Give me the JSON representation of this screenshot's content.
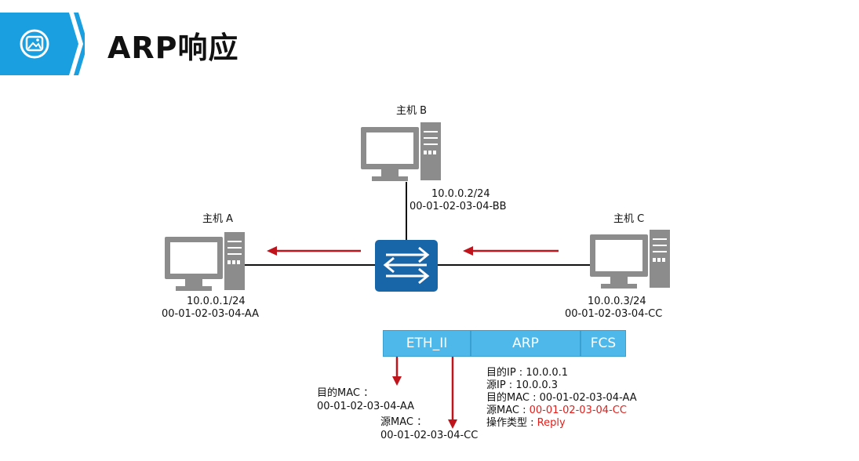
{
  "header": {
    "title": "ARP响应",
    "icon": "image-icon"
  },
  "hosts": {
    "a": {
      "name": "主机 A",
      "ip": "10.0.0.1/24",
      "mac": "00-01-02-03-04-AA"
    },
    "b": {
      "name": "主机 B",
      "ip": "10.0.0.2/24",
      "mac": "00-01-02-03-04-BB"
    },
    "c": {
      "name": "主机 C",
      "ip": "10.0.0.3/24",
      "mac": "00-01-02-03-04-CC"
    }
  },
  "frame": {
    "segments": [
      "ETH_II",
      "ARP",
      "FCS"
    ]
  },
  "eth_fields": {
    "dst_label": "目的MAC ：",
    "dst_value": "00-01-02-03-04-AA",
    "src_label": "源MAC ：",
    "src_value": "00-01-02-03-04-CC"
  },
  "arp_fields": {
    "dst_ip": "目的IP : 10.0.0.1",
    "src_ip": "源IP : 10.0.0.3",
    "dst_mac": "目的MAC : 00-01-02-03-04-AA",
    "src_mac_label": "源MAC : ",
    "src_mac_value": "00-01-02-03-04-CC",
    "op_label": "操作类型 : ",
    "op_value": "Reply"
  },
  "colors": {
    "accent": "#1a9fe0",
    "arrow": "#c0141c",
    "switch": "#1866a8",
    "highlight": "#e0201c",
    "host": "#8c8c8c"
  }
}
